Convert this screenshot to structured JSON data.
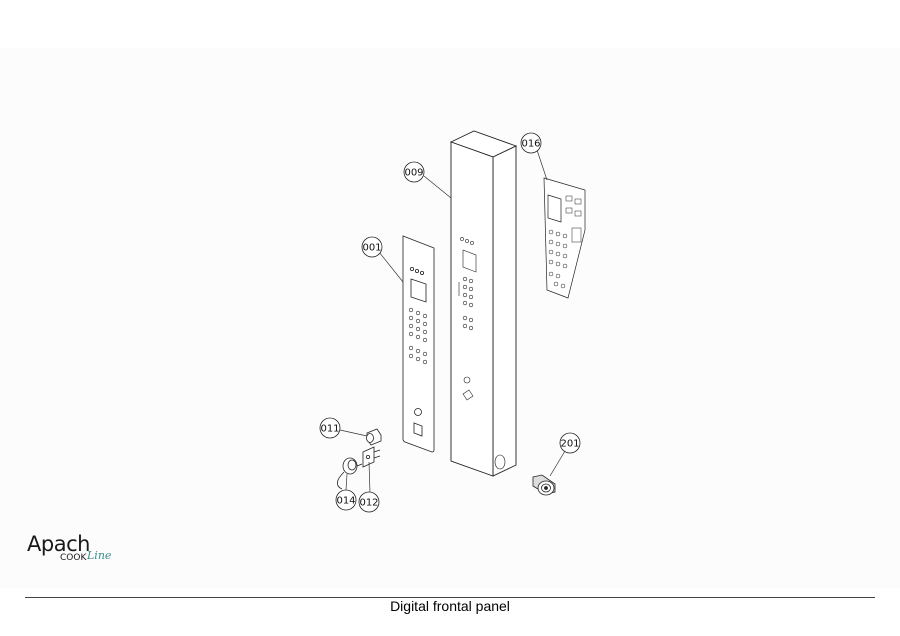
{
  "brand": {
    "name": "Apach",
    "line": "COOK",
    "line_script": "Line",
    "script_color": "#3a8f8a"
  },
  "caption": "Digital frontal panel",
  "parts": [
    {
      "ref": "009"
    },
    {
      "ref": "016"
    },
    {
      "ref": "001"
    },
    {
      "ref": "011"
    },
    {
      "ref": "201"
    },
    {
      "ref": "014"
    },
    {
      "ref": "012"
    }
  ]
}
